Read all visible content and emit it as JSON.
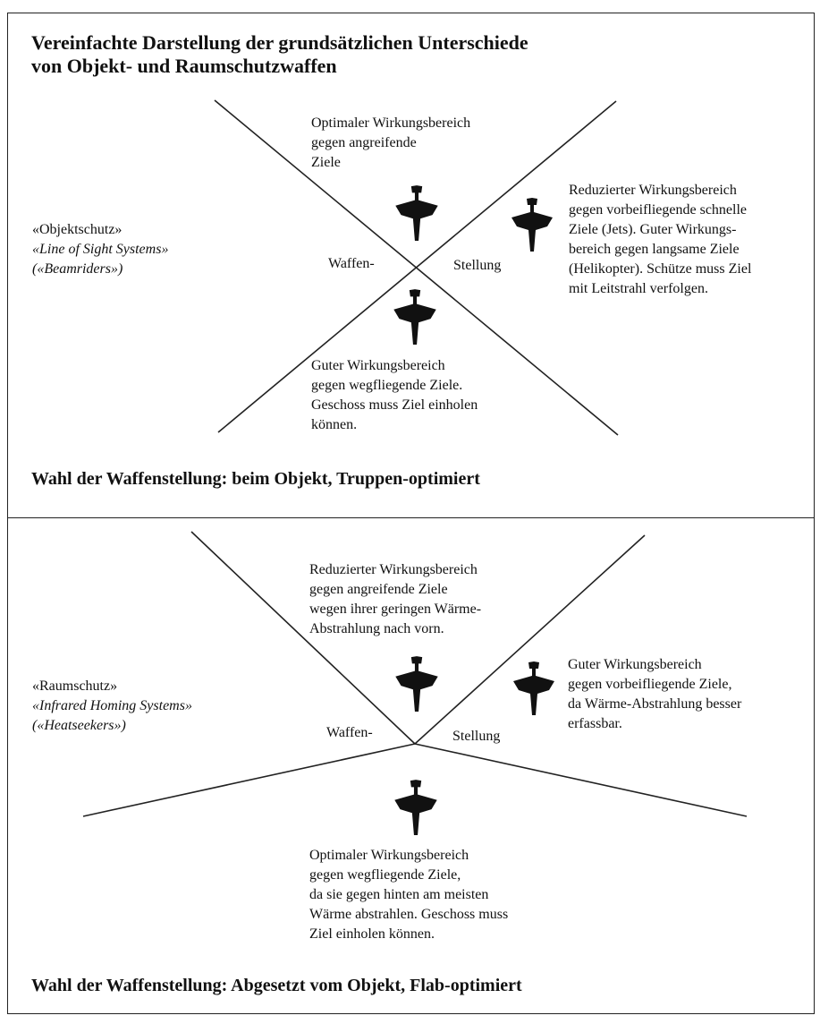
{
  "title": {
    "line1": "Vereinfachte Darstellung der grundsätzlichen Unterschiede",
    "line2": "von Objekt- und Raumschutzwaffen"
  },
  "panel1": {
    "left": {
      "line1": "«Objektschutz»",
      "line2": "«Line of Sight Systems»",
      "line3": "(«Beamriders»)"
    },
    "center_left": "Waffen-",
    "center_right": "Stellung",
    "top": [
      "Optimaler Wirkungsbereich",
      "gegen angreifende",
      "Ziele"
    ],
    "right": [
      "Reduzierter Wirkungsbereich",
      "gegen vorbeifliegende schnelle",
      "Ziele (Jets). Guter Wirkungs-",
      "bereich gegen langsame Ziele",
      "(Helikopter). Schütze muss Ziel",
      "mit Leitstrahl verfolgen."
    ],
    "bottom": [
      "Guter Wirkungsbereich",
      "gegen wegfliegende Ziele.",
      "Geschoss muss Ziel einholen",
      "können."
    ],
    "footer": "Wahl der Waffenstellung: beim Objekt, Truppen-optimiert"
  },
  "panel2": {
    "left": {
      "line1": "«Raumschutz»",
      "line2": "«Infrared Homing Systems»",
      "line3": "(«Heatseekers»)"
    },
    "center_left": "Waffen-",
    "center_right": "Stellung",
    "top": [
      "Reduzierter Wirkungsbereich",
      "gegen angreifende Ziele",
      "wegen ihrer geringen Wärme-",
      "Abstrahlung nach vorn."
    ],
    "right": [
      "Guter Wirkungsbereich",
      "gegen vorbeifliegende Ziele,",
      "da Wärme-Abstrahlung besser",
      "erfassbar."
    ],
    "bottom": [
      "Optimaler Wirkungsbereich",
      "gegen wegfliegende Ziele,",
      "da sie gegen hinten am meisten",
      "Wärme abstrahlen. Geschoss muss",
      "Ziel einholen können."
    ],
    "footer": "Wahl der Waffenstellung: Abgesetzt vom Objekt, Flab-optimiert"
  },
  "colors": {
    "ink": "#111111",
    "border": "#222222"
  },
  "icons": [
    "jet-aircraft-icon"
  ]
}
